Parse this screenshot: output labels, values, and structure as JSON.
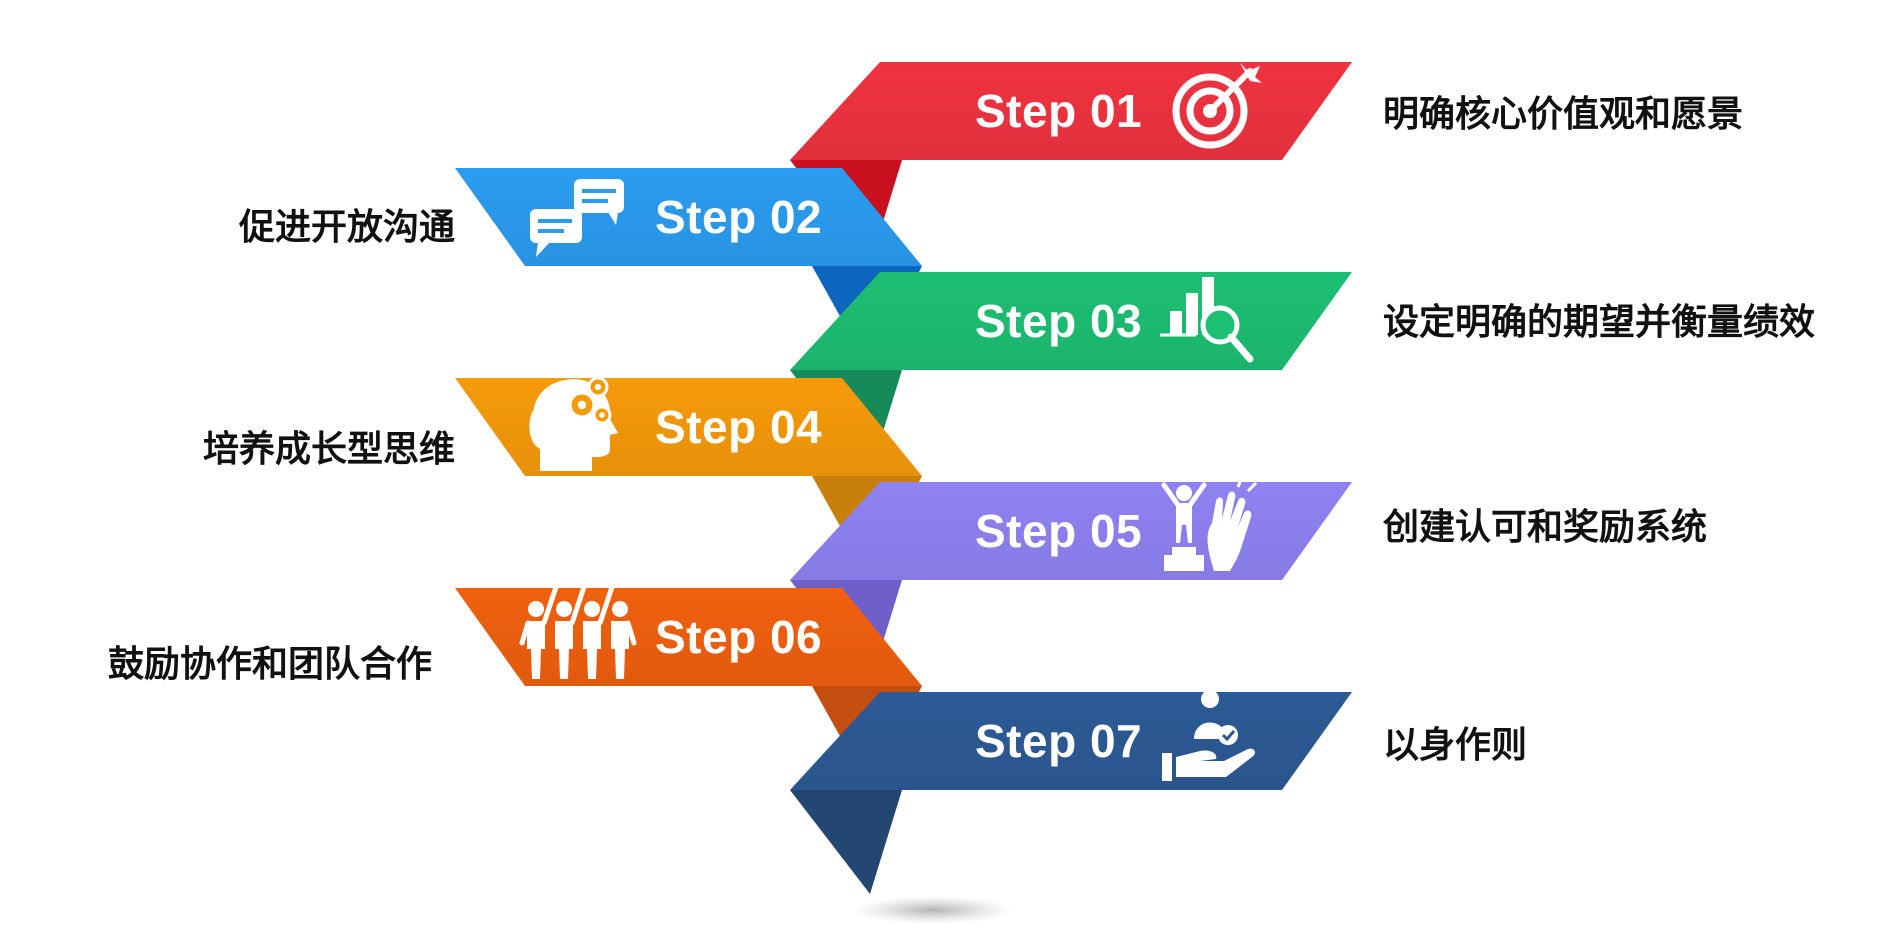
{
  "steps": [
    {
      "label": "Step 01",
      "desc": "明确核心价值观和愿景",
      "color": "#ef3340",
      "shade": "#c8101e",
      "icon": "target-icon"
    },
    {
      "label": "Step 02",
      "desc": "促进开放沟通",
      "color": "#2b9cf0",
      "shade": "#0c66bd",
      "icon": "chat-bubbles-icon"
    },
    {
      "label": "Step 03",
      "desc": "设定明确的期望并衡量绩效",
      "color": "#1dbf73",
      "shade": "#178a5a",
      "icon": "chart-magnifier-icon"
    },
    {
      "label": "Step 04",
      "desc": "培养成长型思维",
      "color": "#f59a0a",
      "shade": "#c97f0c",
      "icon": "head-gears-icon"
    },
    {
      "label": "Step 05",
      "desc": "创建认可和奖励系统",
      "color": "#8f82f2",
      "shade": "#6f5fc8",
      "icon": "winner-clap-icon"
    },
    {
      "label": "Step 06",
      "desc": "鼓励协作和团队合作",
      "color": "#f0600f",
      "shade": "#c44d10",
      "icon": "team-icon"
    },
    {
      "label": "Step 07",
      "desc": "以身作则",
      "color": "#2d5a95",
      "shade": "#234673",
      "icon": "hand-person-icon"
    }
  ]
}
